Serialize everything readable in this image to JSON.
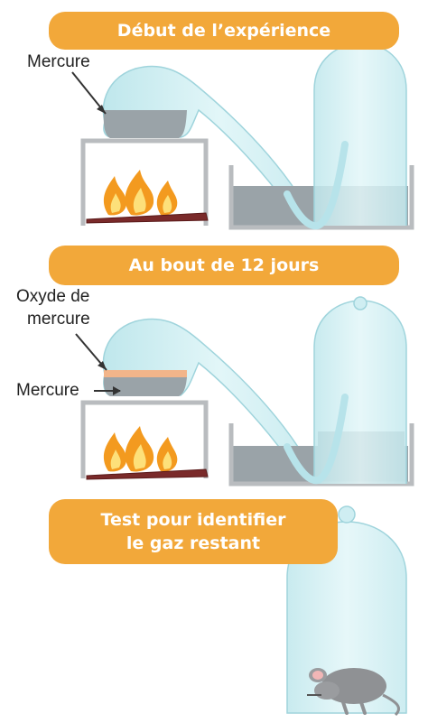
{
  "panels": [
    {
      "title": "Début de l’expérience",
      "labels": [
        "Mercure"
      ]
    },
    {
      "title": "Au bout de 12 jours",
      "labels": [
        "Oxyde de",
        "mercure",
        "Mercure"
      ]
    },
    {
      "title_line1": "Test pour identifier",
      "title_line2": "le gaz restant"
    }
  ],
  "colors": {
    "banner": "#f2a83a",
    "glass": "#cfeef2",
    "mercury": "#9aa3a8",
    "oxide": "#f2b58a",
    "flame": "#f39a1f",
    "wood": "#7a2a2a"
  }
}
